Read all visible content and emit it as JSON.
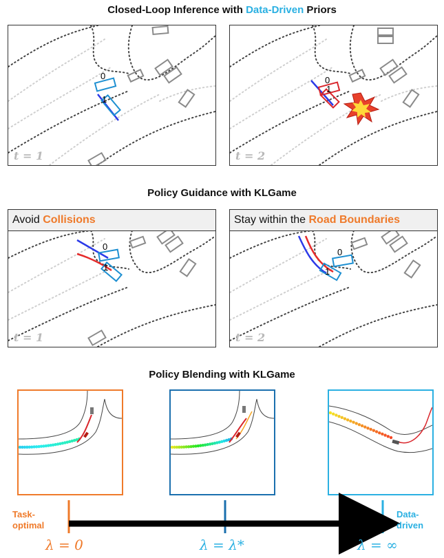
{
  "sections": {
    "closed_loop": {
      "prefix": "Closed-Loop Inference with ",
      "highlight": "Data-Driven",
      "suffix": " Priors"
    },
    "guidance": {
      "title": "Policy Guidance with KLGame"
    },
    "blending": {
      "title": "Policy Blending with KLGame"
    }
  },
  "panels": {
    "cl1": {
      "t": "t = 1",
      "agent_a": "0",
      "agent_b": "1"
    },
    "cl2": {
      "t": "t = 2",
      "agent_a": "0",
      "agent_b": "1"
    },
    "pg1": {
      "header_prefix": "Avoid ",
      "header_highlight": "Collisions",
      "t": "t = 1",
      "agent_a": "0",
      "agent_b": "1"
    },
    "pg2": {
      "header_prefix": "Stay within the ",
      "header_highlight": "Road Boundaries",
      "t": "t = 2",
      "agent_a": "0",
      "agent_b": "1"
    }
  },
  "blend_axis": {
    "left_label": "Task-\noptimal",
    "right_label": "Data-\ndriven",
    "lambda_0": "λ = 0",
    "lambda_star": "λ = λ*",
    "lambda_inf": "λ = ∞"
  },
  "colors": {
    "orange": "#ef7a2a",
    "blue": "#1a6fae",
    "light_blue": "#2ab0e2",
    "ego_blue": "#1d8fd1",
    "collision_red": "#d9262c",
    "traj_blue": "#2b39e8",
    "traj_red": "#e52b2b"
  }
}
